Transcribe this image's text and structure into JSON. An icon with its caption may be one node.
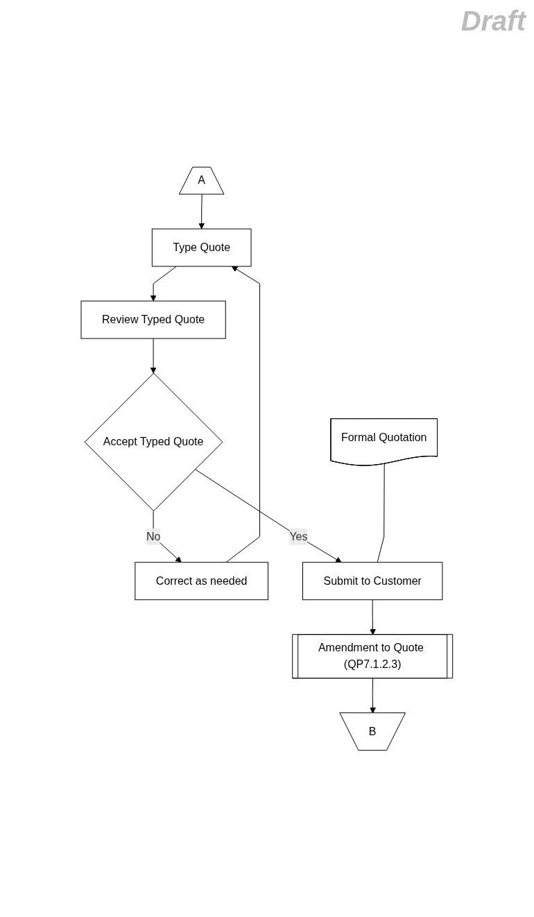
{
  "diagram": {
    "nodes": [
      {
        "text": [
          "A"
        ]
      },
      {
        "text": [
          "Type Quote"
        ]
      },
      {
        "text": [
          "Review Typed Quote"
        ]
      },
      {
        "text": [
          "Accept Typed Quote"
        ]
      },
      {
        "text": [
          "Correct as needed"
        ]
      },
      {
        "text": [
          "Formal Quotation"
        ]
      },
      {
        "text": [
          "Submit to Customer"
        ]
      },
      {
        "text": [
          "Amendment to Quote (QP7.1.2.3)"
        ]
      },
      {
        "text": [
          "B"
        ]
      }
    ],
    "edges": [
      {
        "from": 0,
        "to": 1,
        "arrow": "to"
      },
      {
        "from": 1,
        "to": 2,
        "arrow": "to"
      },
      {
        "from": 2,
        "to": 3,
        "arrow": "to"
      },
      {
        "from": 3,
        "to": 4,
        "label": "No",
        "arrow": "to"
      },
      {
        "from": 4,
        "to": 1,
        "arrow": "to"
      },
      {
        "from": 3,
        "to": 6,
        "label": "Yes",
        "arrow": "to"
      },
      {
        "from": 5,
        "to": 6,
        "arrow": "none"
      },
      {
        "from": 6,
        "to": 7,
        "arrow": "to"
      },
      {
        "from": 7,
        "to": 8,
        "arrow": "to"
      }
    ],
    "labels": [
      "Draft"
    ]
  }
}
